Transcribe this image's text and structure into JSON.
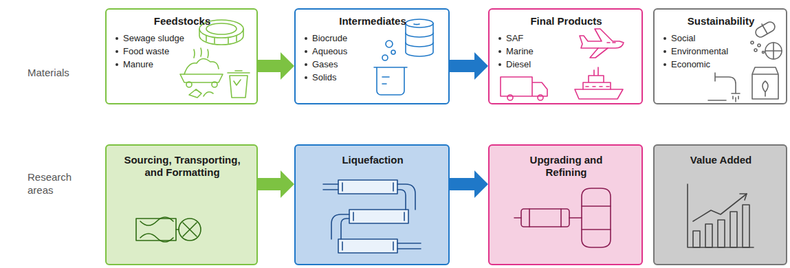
{
  "diagram": {
    "nodes": [
      {
        "text": [
          "Feedstocks",
          "Sewage sludge",
          "Food waste",
          "Manure"
        ]
      },
      {
        "text": [
          "Intermediates",
          "Biocrude",
          "Aqueous",
          "Gases",
          "Solids"
        ]
      },
      {
        "text": [
          "Final Products",
          "SAF",
          "Marine",
          "Diesel"
        ]
      },
      {
        "text": [
          "Sustainability",
          "Social",
          "Environmental",
          "Economic"
        ]
      },
      {
        "text": [
          "Sourcing, Transporting, and Formatting"
        ]
      },
      {
        "text": [
          "Liquefaction"
        ]
      },
      {
        "text": [
          "Upgrading and Refining"
        ]
      },
      {
        "text": [
          "Value Added"
        ]
      }
    ],
    "edges": [
      {
        "from": 0,
        "to": 1,
        "arrow": "to"
      },
      {
        "from": 1,
        "to": 2,
        "arrow": "to"
      },
      {
        "from": 4,
        "to": 5,
        "arrow": "to"
      },
      {
        "from": 5,
        "to": 6,
        "arrow": "to"
      }
    ],
    "labels": [
      "Materials",
      "Research areas"
    ]
  }
}
